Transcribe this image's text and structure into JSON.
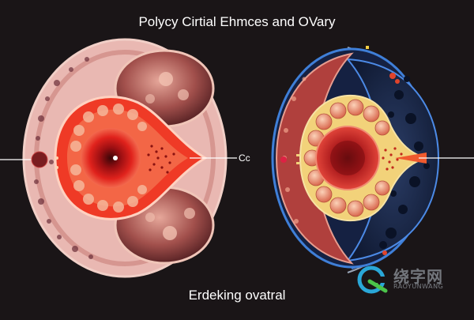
{
  "title": "Polycy Cirtial Ehmces and OVary",
  "caption": "Erdeking ovatral",
  "side_label": "Cc",
  "watermark": {
    "chinese": "绕字网",
    "english": "RAOYUNWANG"
  },
  "colors": {
    "background": "#1a1517",
    "tissue_pink": "#e8b4b0",
    "inflamed_red": "#e0221c",
    "cyst_blue": "#1c2a4a",
    "outline_blue": "#3f7fd8",
    "follicle_yellow": "#f2d27a"
  }
}
